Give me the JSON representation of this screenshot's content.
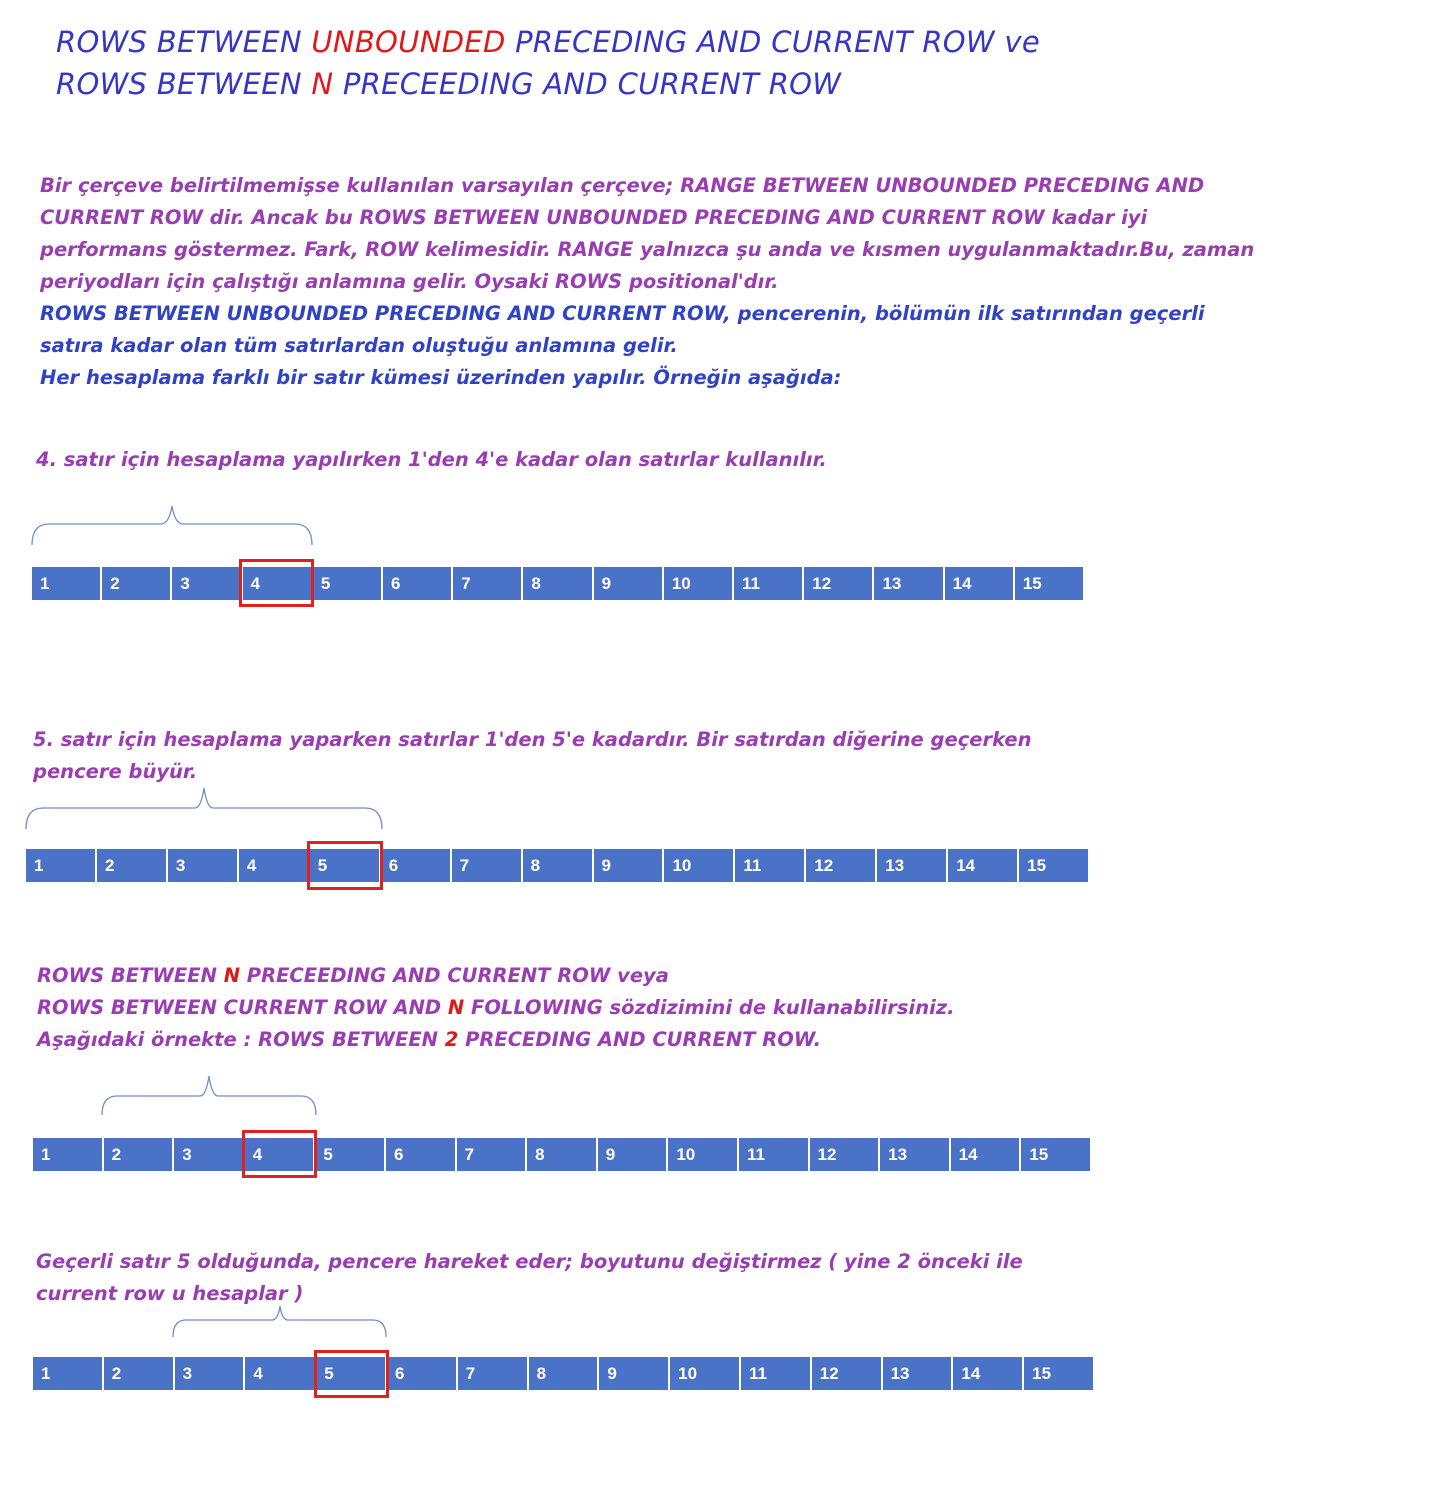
{
  "title": {
    "line1": {
      "a": "ROWS BETWEEN ",
      "b": "UNBOUNDED",
      "c": " PRECEDING AND CURRENT ROW ve"
    },
    "line2": {
      "a": "ROWS BETWEEN ",
      "b": "N",
      "c": " PRECEEDING AND CURRENT ROW"
    }
  },
  "intro": {
    "p1": "Bir çerçeve belirtilmemişse kullanılan varsayılan çerçeve; RANGE BETWEEN UNBOUNDED PRECEDING AND",
    "p2": "CURRENT ROW dir. Ancak bu ROWS BETWEEN UNBOUNDED PRECEDING AND CURRENT ROW kadar iyi",
    "p3": "performans göstermez. Fark, ROW kelimesidir. RANGE yalnızca şu anda ve kısmen uygulanmaktadır.Bu, zaman",
    "p4": "periyodları için çalıştığı anlamına gelir. Oysaki ROWS positional'dır.",
    "b1": "ROWS BETWEEN UNBOUNDED PRECEDING AND CURRENT ROW, pencerenin, bölümün ilk satırından geçerli",
    "b2": "satıra kadar olan tüm satırlardan oluştuğu anlamına gelir.",
    "b3": "Her hesaplama farklı bir satır kümesi üzerinden yapılır. Örneğin aşağıda:"
  },
  "section1": {
    "text": "4. satır için hesaplama yapılırken 1'den 4'e kadar olan satırlar kullanılır."
  },
  "section2": {
    "line1": "5. satır için hesaplama yaparken satırlar 1'den 5'e kadardır. Bir satırdan diğerine geçerken",
    "line2": "pencere büyür."
  },
  "section3": {
    "l1": {
      "a": "ROWS BETWEEN ",
      "b": "N",
      "c": " PRECEEDING AND CURRENT ROW veya"
    },
    "l2": {
      "a": "ROWS BETWEEN CURRENT ROW AND ",
      "b": "N",
      "c": " FOLLOWING sözdizimini de kullanabilirsiniz."
    },
    "l3": {
      "a": "Aşağıdaki örnekte : ROWS BETWEEN ",
      "b": "2",
      "c": " PRECEDING AND CURRENT ROW."
    }
  },
  "section4": {
    "line1": "Geçerli satır 5 olduğunda, pencere hareket eder; boyutunu değiştirmez ( yine 2 önceki ile",
    "line2": "current row u hesaplar )"
  },
  "diagrams": [
    {
      "rows": [
        "1",
        "2",
        "3",
        "4",
        "5",
        "6",
        "7",
        "8",
        "9",
        "10",
        "11",
        "12",
        "13",
        "14",
        "15"
      ],
      "current_row": 4,
      "window_start": 1,
      "window_end": 4
    },
    {
      "rows": [
        "1",
        "2",
        "3",
        "4",
        "5",
        "6",
        "7",
        "8",
        "9",
        "10",
        "11",
        "12",
        "13",
        "14",
        "15"
      ],
      "current_row": 5,
      "window_start": 1,
      "window_end": 5
    },
    {
      "rows": [
        "1",
        "2",
        "3",
        "4",
        "5",
        "6",
        "7",
        "8",
        "9",
        "10",
        "11",
        "12",
        "13",
        "14",
        "15"
      ],
      "current_row": 4,
      "window_start": 2,
      "window_end": 4
    },
    {
      "rows": [
        "1",
        "2",
        "3",
        "4",
        "5",
        "6",
        "7",
        "8",
        "9",
        "10",
        "11",
        "12",
        "13",
        "14",
        "15"
      ],
      "current_row": 5,
      "window_start": 3,
      "window_end": 5
    }
  ],
  "colors": {
    "title": "#3535c6",
    "highlight": "#e01818",
    "purple_text": "#9a3db3",
    "blue_text": "#2f43c8",
    "row_bar": "#4a72c6",
    "current_box": "#e0211e",
    "brace": "#6f8fc8"
  }
}
